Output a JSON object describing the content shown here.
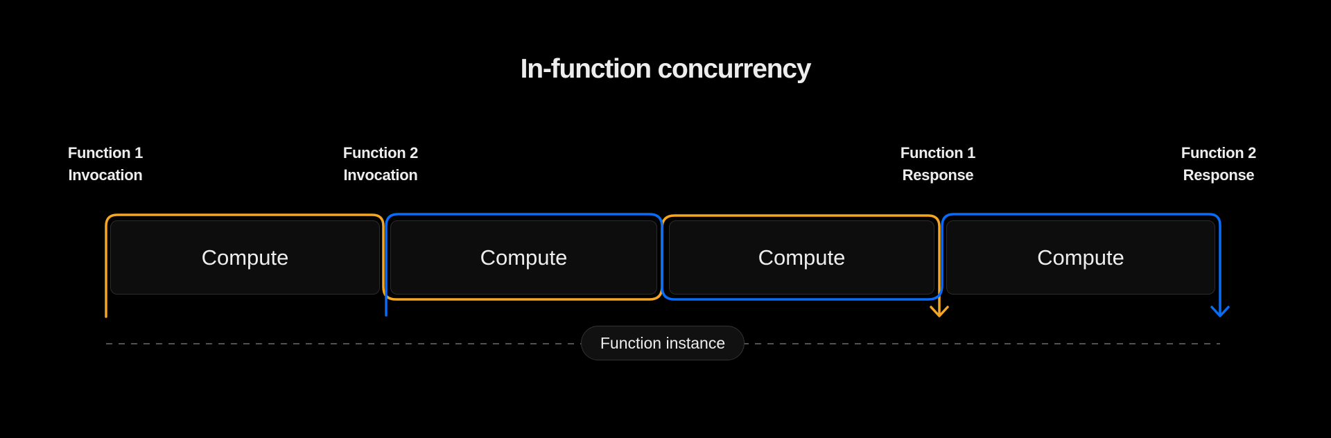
{
  "title": "In-function concurrency",
  "events": [
    {
      "line1": "Function 1",
      "line2": "Invocation"
    },
    {
      "line1": "Function 2",
      "line2": "Invocation"
    },
    {
      "line1": "Function 1",
      "line2": "Response"
    },
    {
      "line1": "Function 2",
      "line2": "Response"
    }
  ],
  "compute_blocks": [
    {
      "label": "Compute"
    },
    {
      "label": "Compute"
    },
    {
      "label": "Compute"
    },
    {
      "label": "Compute"
    }
  ],
  "instance_label": "Function instance",
  "colors": {
    "function1": "#f5a623",
    "function2": "#0a6cf5",
    "background": "#000000",
    "text": "#ededed"
  }
}
